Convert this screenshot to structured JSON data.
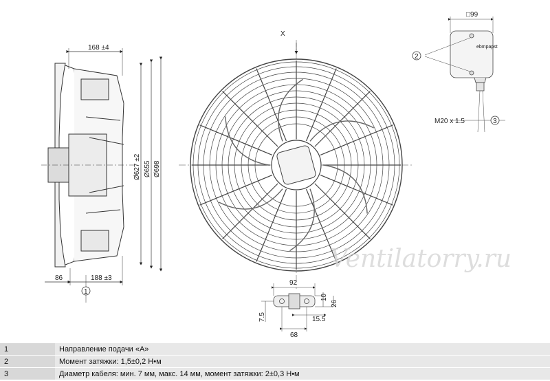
{
  "side_view": {
    "dim_top": "168 ±4",
    "dim_bottom_left": "86",
    "dim_bottom_right": "188 ±3",
    "dia_1": "Ø627 ±2",
    "dia_2": "Ø655",
    "dia_3": "Ø698",
    "callout": "1"
  },
  "front_view": {
    "axis_label": "X"
  },
  "terminal_box": {
    "size": "□99",
    "brand": "ebmpapst",
    "callout_screws": "2",
    "gland": "M20 x 1.5",
    "callout_gland": "3"
  },
  "mount_detail": {
    "dim_92": "92",
    "dim_10": "10",
    "dim_26": "26",
    "dim_7_5": "7.5",
    "dim_15_5": "15.5",
    "dim_68": "68"
  },
  "watermark": "Ventilatorry.ru",
  "legend": [
    {
      "num": "1",
      "text": "Направление подачи «A»"
    },
    {
      "num": "2",
      "text": "Момент затяжки: 1,5±0,2 Н•м"
    },
    {
      "num": "3",
      "text": "Диаметр кабеля: мин. 7 мм, макс. 14 мм, момент затяжки: 2±0,3 Н•м"
    }
  ]
}
